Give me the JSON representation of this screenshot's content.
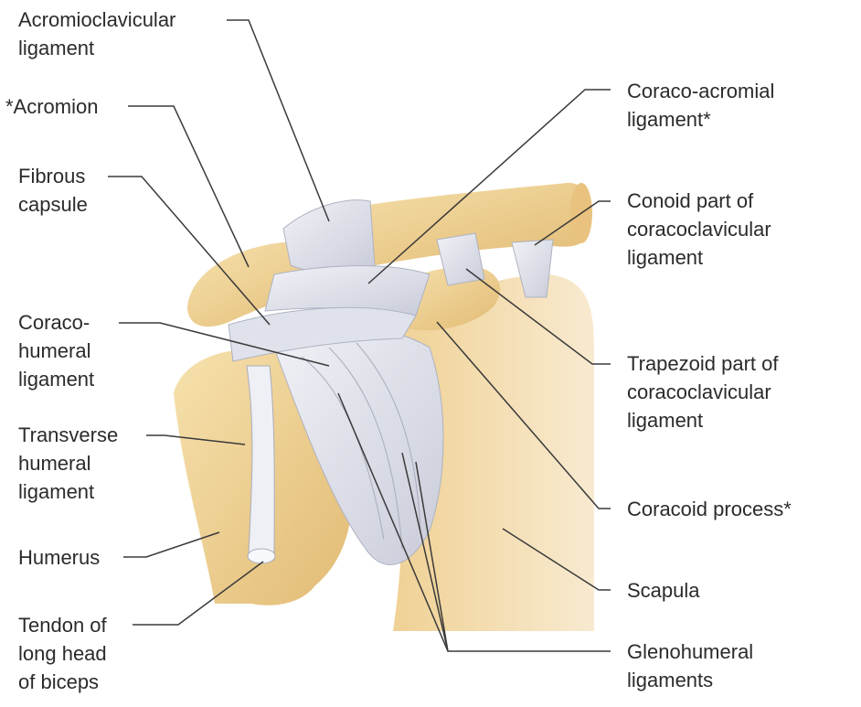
{
  "colors": {
    "bone": "#efcf8f",
    "bone_light": "#f6e1ad",
    "bone_shadow": "#d9ac62",
    "ligament": "#e6e8f0",
    "ligament_shadow": "#b9bdcc",
    "leader": "#3a3a3a",
    "text": "#2b2b2b"
  },
  "labels": {
    "acromioclavicular": "Acromioclavicular\nligament",
    "acromion": "*Acromion",
    "fibrous_capsule": "Fibrous\ncapsule",
    "coracohumeral": "Coraco-\nhumeral\nligament",
    "transverse_humeral": "Transverse\nhumeral\nligament",
    "humerus": "Humerus",
    "biceps_tendon": "Tendon of\nlong head\nof biceps",
    "coracoacromial": "Coraco-acromial\nligament*",
    "conoid": "Conoid part of\ncoracoclavicular\nligament",
    "trapezoid": "Trapezoid part of\ncoracoclavicular\nligament",
    "coracoid": "Coracoid process*",
    "scapula": "Scapula",
    "glenohumeral": "Glenohumeral\nligaments"
  }
}
